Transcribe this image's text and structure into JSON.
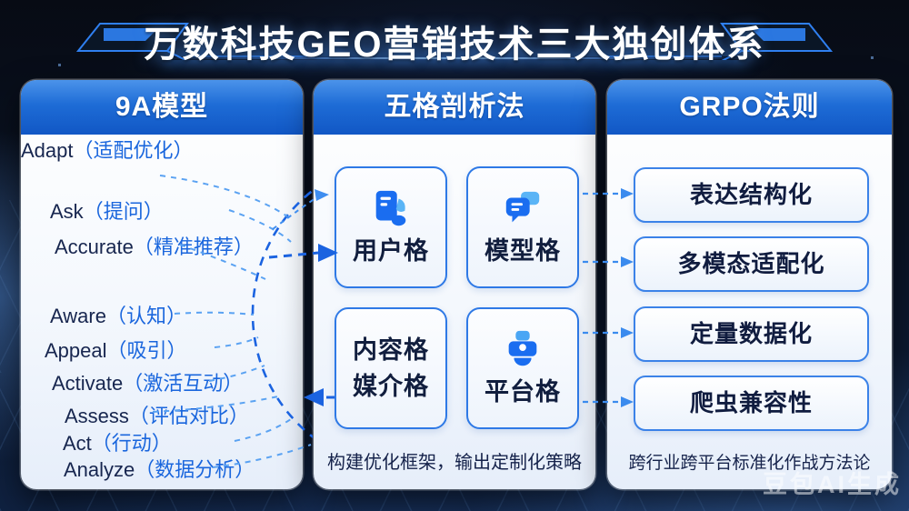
{
  "title": "万数科技GEO营销技术三大独创体系",
  "watermark": "豆包AI生成",
  "colors": {
    "header_blue_top": "#4b93ea",
    "header_blue_bottom": "#1157c5",
    "connector_blue": "#1b63e0",
    "spoke_blue": "#5aa2f2",
    "icon_blue": "#1a6df0",
    "icon_light_blue": "#5ab4f6",
    "text_navy": "#17264f",
    "text_link_blue": "#1a66dd"
  },
  "cards": {
    "model9a": {
      "title": "9A模型",
      "items": [
        {
          "en": "Ask",
          "zh": "（提问）"
        },
        {
          "en": "Accurate",
          "zh": "（精准推荐）"
        },
        {
          "en": "Aware",
          "zh": "（认知）"
        },
        {
          "en": "Appeal",
          "zh": "（吸引）"
        },
        {
          "en": "Activate",
          "zh": "（激活互动）"
        },
        {
          "en": "Assess",
          "zh": "（评估对比）"
        },
        {
          "en": "Act",
          "zh": "（行动）"
        },
        {
          "en": "Analyze",
          "zh": "（数据分析）"
        },
        {
          "en": "Adapt",
          "zh": "（适配优化）"
        }
      ]
    },
    "five_grid": {
      "title": "五格剖析法",
      "boxes": [
        {
          "label": "用户格",
          "icon": "document-user-icon"
        },
        {
          "label": "模型格",
          "icon": "chat-bubbles-icon"
        },
        {
          "label1": "内容格",
          "label2": "媒介格",
          "icon": "none"
        },
        {
          "label": "平台格",
          "icon": "platform-badge-icon"
        }
      ],
      "caption": "构建优化框架，输出定制化策略"
    },
    "grpo": {
      "title": "GRPO法则",
      "boxes": [
        "表达结构化",
        "多模态适配化",
        "定量数据化",
        "爬虫兼容性"
      ],
      "caption": "跨行业跨平台标准化作战方法论"
    }
  }
}
